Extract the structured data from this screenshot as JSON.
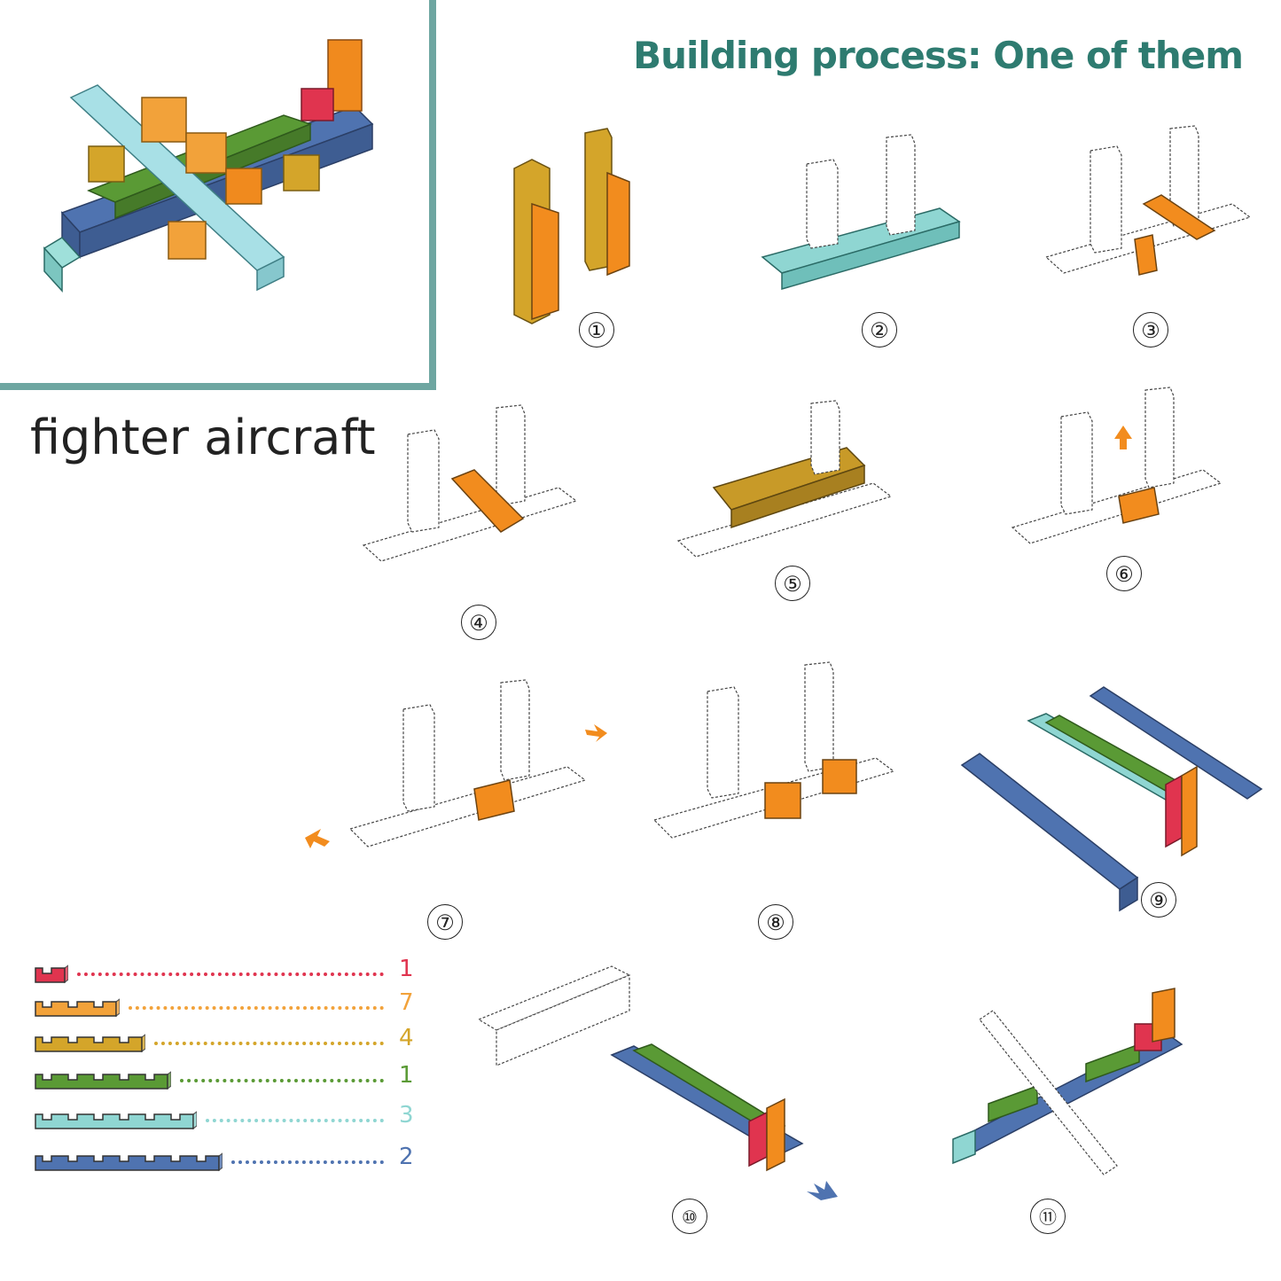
{
  "title": "Building process: One of them",
  "caption": "fighter aircraft",
  "colors": {
    "frame": "#6ea6a1",
    "title": "#2e7b70",
    "red": "#e0344f",
    "orange": "#f28c1e",
    "mustard": "#d4a52a",
    "green": "#5a9a35",
    "teal": "#8fd6d2",
    "blue": "#4f73b0",
    "outline": "#333333"
  },
  "steps": [
    {
      "label": "①"
    },
    {
      "label": "②"
    },
    {
      "label": "③"
    },
    {
      "label": "④"
    },
    {
      "label": "⑤"
    },
    {
      "label": "⑥"
    },
    {
      "label": "⑦"
    },
    {
      "label": "⑧"
    },
    {
      "label": "⑨"
    },
    {
      "label": "⑩"
    },
    {
      "label": "⑪"
    }
  ],
  "legend": [
    {
      "count": "1",
      "color": "#e0344f",
      "notches": 1
    },
    {
      "count": "7",
      "color": "#f2a23a",
      "notches": 3
    },
    {
      "count": "4",
      "color": "#d4a52a",
      "notches": 4
    },
    {
      "count": "1",
      "color": "#5a9a35",
      "notches": 5
    },
    {
      "count": "3",
      "color": "#8fd6d2",
      "notches": 6
    },
    {
      "count": "2",
      "color": "#4f73b0",
      "notches": 7
    }
  ]
}
